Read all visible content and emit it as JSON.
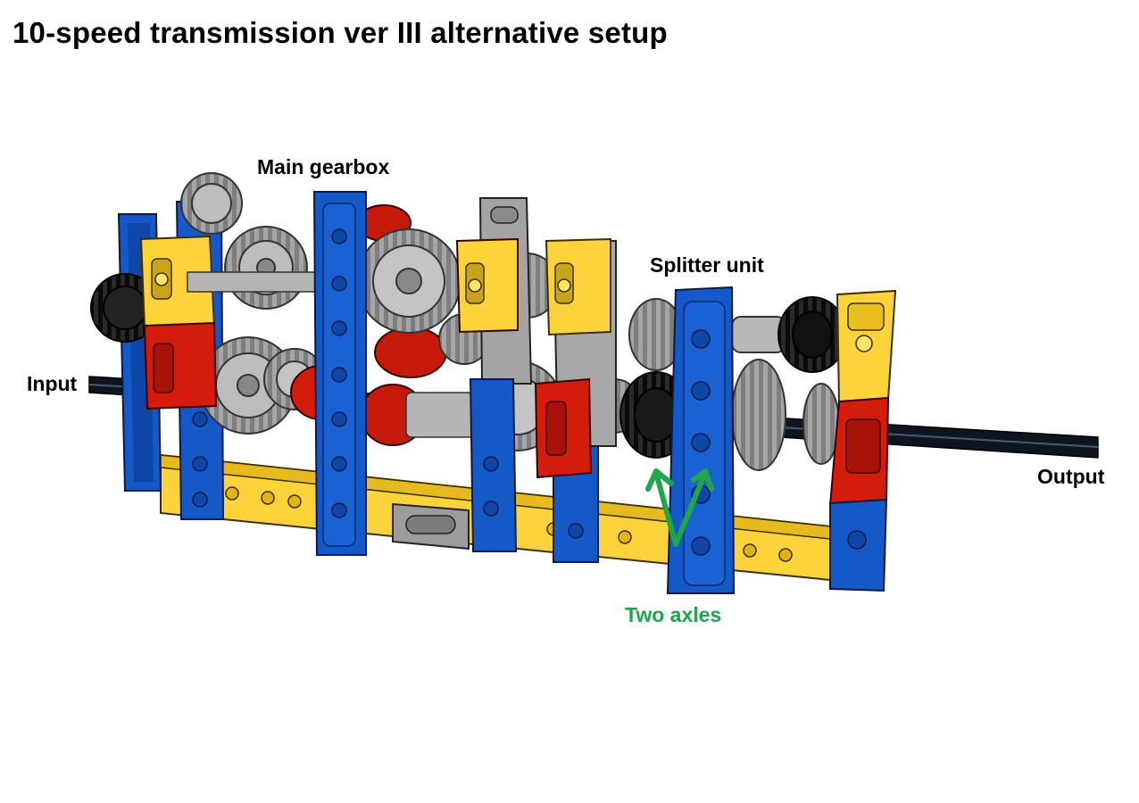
{
  "title": "10-speed transmission ver III alternative setup",
  "labels": {
    "main_gearbox": "Main gearbox",
    "splitter_unit": "Splitter unit",
    "input": "Input",
    "output": "Output",
    "two_axles": "Two axles"
  },
  "colors": {
    "beam_blue": "#1558c8",
    "beam_yellow": "#fcd33a",
    "block_red": "#d41c0c",
    "gear_gray": "#9a9a9a",
    "gear_black": "#1a1a1a",
    "axle_black": "#0d1620",
    "arrow_green": "#1fa64a"
  }
}
